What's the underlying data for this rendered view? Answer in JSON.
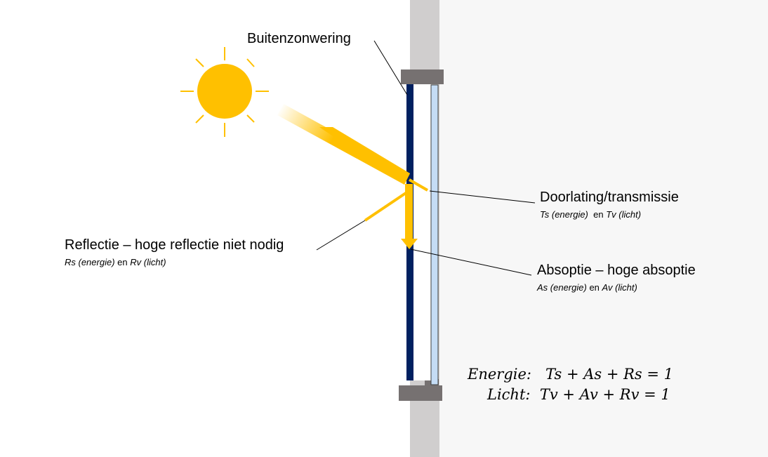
{
  "labels": {
    "outer_shading": "Buitenzonwering",
    "transmission": {
      "title": "Doorlating/transmissie",
      "sub_a": "Ts (energie)",
      "sub_link": "en",
      "sub_b": "Tv (licht)"
    },
    "reflection": {
      "title": "Reflectie – hoge reflectie niet nodig",
      "sub_a": "Rs (energie)",
      "sub_link": "en",
      "sub_b": "Rv (licht)"
    },
    "absorption": {
      "title": "Absoptie – hoge absoptie",
      "sub_a": "As (energie)",
      "sub_link": "en",
      "sub_b": "Av (licht)"
    }
  },
  "formulas": {
    "energy_label": "Energie:",
    "energy_eq": "Ts + As + Rs = 1",
    "light_label": "Licht:",
    "light_eq": "Tv + Av + Rv = 1"
  },
  "colors": {
    "sun": "#FFC000",
    "beam": "#FFC000",
    "wall": "#D0CECE",
    "interior": "#F7F7F7",
    "frame": "#767171",
    "shading_screen": "#002060",
    "glass": "#C5DCF5",
    "leader_line": "#000000"
  }
}
